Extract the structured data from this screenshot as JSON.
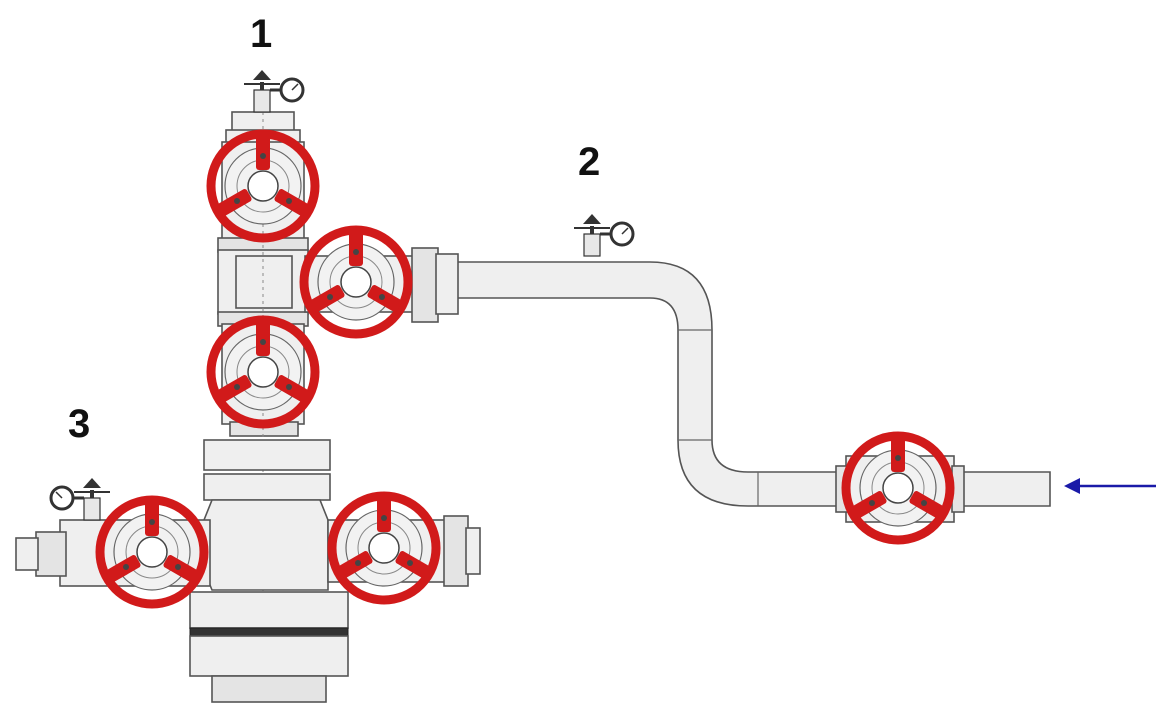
{
  "labels": {
    "valve_1": "1",
    "valve_2": "2",
    "valve_3": "3"
  },
  "colors": {
    "handwheel": "#d11a1a",
    "arrow": "#1a1aa8",
    "steel": "#efefef",
    "outline": "#555555"
  },
  "icons": {
    "handwheel": "valve-handwheel-icon",
    "gauge": "pressure-gauge-icon",
    "arrow": "flow-arrow-icon"
  }
}
